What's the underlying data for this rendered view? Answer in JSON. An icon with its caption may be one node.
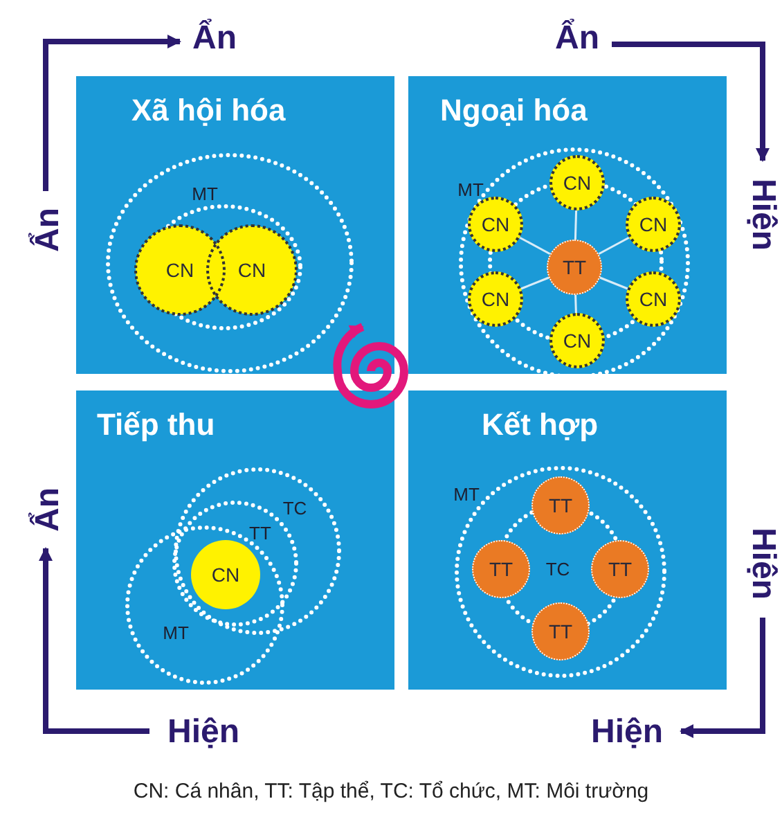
{
  "diagram": {
    "caption": "CN: Cá nhân, TT: Tập thể, TC: Tổ chức, MT: Môi trường",
    "nodes": [
      {
        "text": [
          "Xã hội hóa"
        ]
      },
      {
        "text": [
          "CN"
        ],
        "in": 0
      },
      {
        "text": [
          "CN"
        ],
        "in": 0
      },
      {
        "text": [
          "Ngoại hóa"
        ]
      },
      {
        "text": [
          "TT"
        ],
        "in": 3
      },
      {
        "text": [
          "CN"
        ],
        "in": 3
      },
      {
        "text": [
          "CN"
        ],
        "in": 3
      },
      {
        "text": [
          "CN"
        ],
        "in": 3
      },
      {
        "text": [
          "CN"
        ],
        "in": 3
      },
      {
        "text": [
          "CN"
        ],
        "in": 3
      },
      {
        "text": [
          "CN"
        ],
        "in": 3
      },
      {
        "text": [
          "Tiếp thu"
        ]
      },
      {
        "text": [
          "CN"
        ],
        "in": 11
      },
      {
        "text": [
          "Kết hợp"
        ]
      },
      {
        "text": [
          "TT"
        ],
        "in": 13
      },
      {
        "text": [
          "TT"
        ],
        "in": 13
      },
      {
        "text": [
          "TT"
        ],
        "in": 13
      },
      {
        "text": [
          "TT"
        ],
        "in": 13
      },
      {
        "text": [
          "Ẩn"
        ]
      },
      {
        "text": [
          "Ẩn"
        ]
      },
      {
        "text": [
          "Ẩn"
        ]
      },
      {
        "text": [
          "Hiện"
        ]
      },
      {
        "text": [
          "Ẩn"
        ]
      },
      {
        "text": [
          "Hiện"
        ]
      },
      {
        "text": [
          "Hiện"
        ]
      },
      {
        "text": [
          "Hiện"
        ]
      }
    ],
    "edges": [
      {
        "from": 20,
        "to": 18,
        "arrow": "to",
        "style": "thick",
        "color": "#2b1a6e"
      },
      {
        "from": 19,
        "to": 21,
        "arrow": "to",
        "style": "thick",
        "color": "#2b1a6e"
      },
      {
        "from": 23,
        "to": 25,
        "arrow": "to",
        "style": "thick",
        "color": "#2b1a6e"
      },
      {
        "from": 24,
        "to": 22,
        "arrow": "to",
        "style": "thick",
        "color": "#2b1a6e"
      },
      {
        "from": 4,
        "to": 5,
        "arrow": "none"
      },
      {
        "from": 4,
        "to": 6,
        "arrow": "none"
      },
      {
        "from": 4,
        "to": 7,
        "arrow": "none"
      },
      {
        "from": 4,
        "to": 8,
        "arrow": "none"
      },
      {
        "from": 4,
        "to": 9,
        "arrow": "none"
      },
      {
        "from": 4,
        "to": 10,
        "arrow": "none"
      }
    ],
    "labels": [
      "MT",
      "MT",
      "TC",
      "TT",
      "MT",
      "MT",
      "TC"
    ]
  }
}
